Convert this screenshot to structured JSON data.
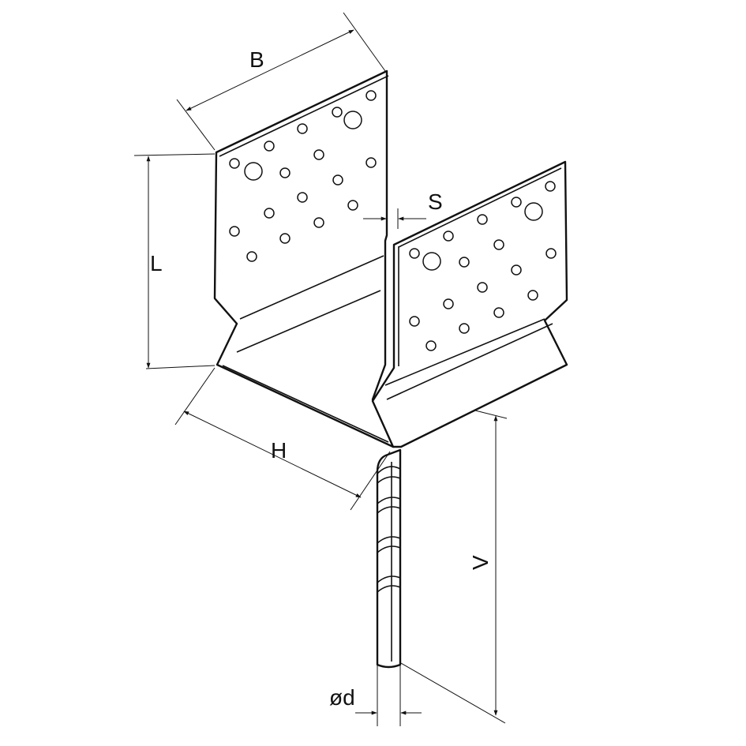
{
  "labels": {
    "B": "B",
    "L": "L",
    "S": "S",
    "H": "H",
    "V": "V",
    "d": "ød"
  },
  "colors": {
    "line": "#111111",
    "background": "#ffffff"
  }
}
